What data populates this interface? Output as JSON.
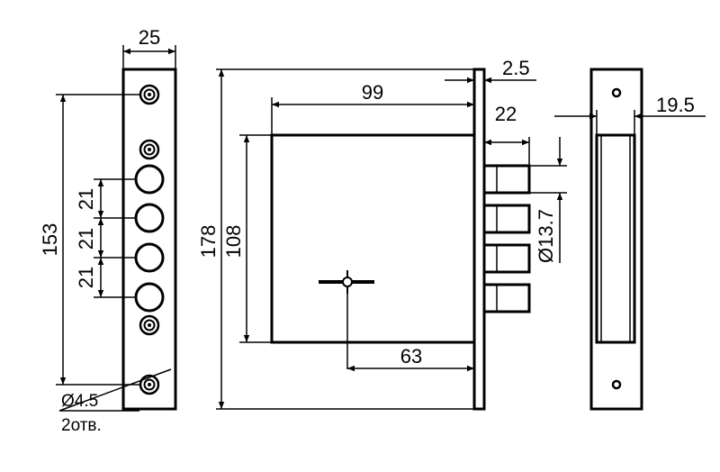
{
  "dimensions": {
    "faceplate_width": "25",
    "faceplate_height": "153",
    "pitch_1": "21",
    "pitch_2": "21",
    "pitch_3": "21",
    "overall_height": "178",
    "body_height": "108",
    "body_width": "99",
    "plate_thickness": "2.5",
    "bolt_throw": "22",
    "bolt_diameter": "Ø13.7",
    "backset": "63",
    "strike_width": "19.5",
    "hole_diameter": "Ø4.5",
    "hole_count": "2отв."
  },
  "colors": {
    "line": "#000000",
    "background": "#ffffff"
  }
}
